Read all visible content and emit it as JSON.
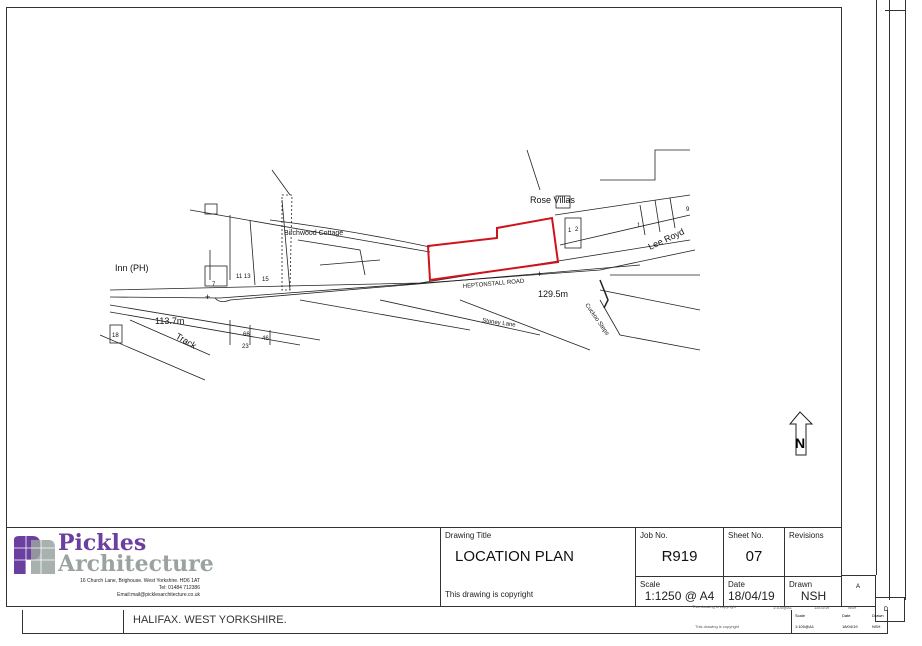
{
  "map": {
    "labels": {
      "inn": "Inn (PH)",
      "birchwood": "Birchwood Cottage",
      "rose_villas": "Rose Villas",
      "lee_royd": "Lee Royd",
      "heptonstall": "HEPTONSTALL ROAD",
      "level_east": "129.5m",
      "level_west": "113.7m",
      "stoney": "Stoney Lane",
      "cuckoo": "Cuckoo Steps",
      "track": "Track",
      "n7": "7",
      "n11_13": "11 13",
      "n15": "15",
      "n18": "18",
      "n66": "66",
      "n46": "46",
      "n23": "23",
      "n1": "1",
      "n2": "2",
      "n1b": "1",
      "n9": "9"
    },
    "site_boundary_color": "#d0121b",
    "north_arrow": "N"
  },
  "title_block": {
    "logo": {
      "line1": "Pickles",
      "line2": "Architecture",
      "address": "16 Church Lane, Brighouse. West Yorkshire. HD6 1AT",
      "tel": "Tel: 01484 712386",
      "email": "Email:mail@picklesarchitecture.co.uk",
      "purple": "#6b3fa0",
      "grey": "#9aa3a0"
    },
    "drawing_title_label": "Drawing Title",
    "drawing_title": "LOCATION PLAN",
    "copyright": "This drawing is copyright",
    "job_label": "Job No.",
    "job": "R919",
    "sheet_label": "Sheet No.",
    "sheet": "07",
    "revisions_label": "Revisions",
    "scale_label": "Scale",
    "scale": "1:1250 @ A4",
    "date_label": "Date",
    "date": "18/04/19",
    "drawn_label": "Drawn",
    "drawn": "NSH"
  },
  "underlay": {
    "location": "HALIFAX. WEST YORKSHIRE.",
    "copyright": "This drawing is copyright",
    "scale": "1:100@A1",
    "date1": "11/03/19",
    "drawn1": "NSH",
    "rev": "A",
    "scale_label": "Scale",
    "date_label": "Date",
    "drawn_label": "Drawn",
    "date2": "18/04/19",
    "drawn2": "NSH",
    "rev2": "D"
  }
}
